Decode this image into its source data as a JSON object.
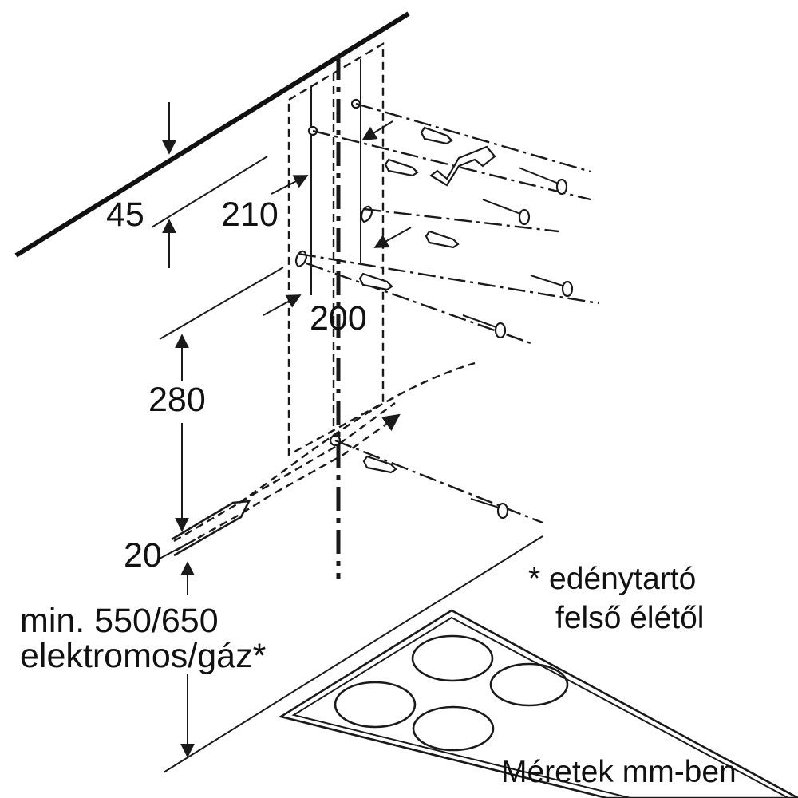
{
  "dimensions": {
    "d45": "45",
    "d210": "210",
    "d200": "200",
    "d280": "280",
    "d20": "20",
    "min_line1": "min. 550/650",
    "min_line2": "elektromos/gáz*"
  },
  "note": {
    "line1": "* edénytartó",
    "line2": "felső élétől"
  },
  "caption": "Méretek mm-ben",
  "colors": {
    "ink": "#1a1a1a",
    "background": "#ffffff"
  }
}
